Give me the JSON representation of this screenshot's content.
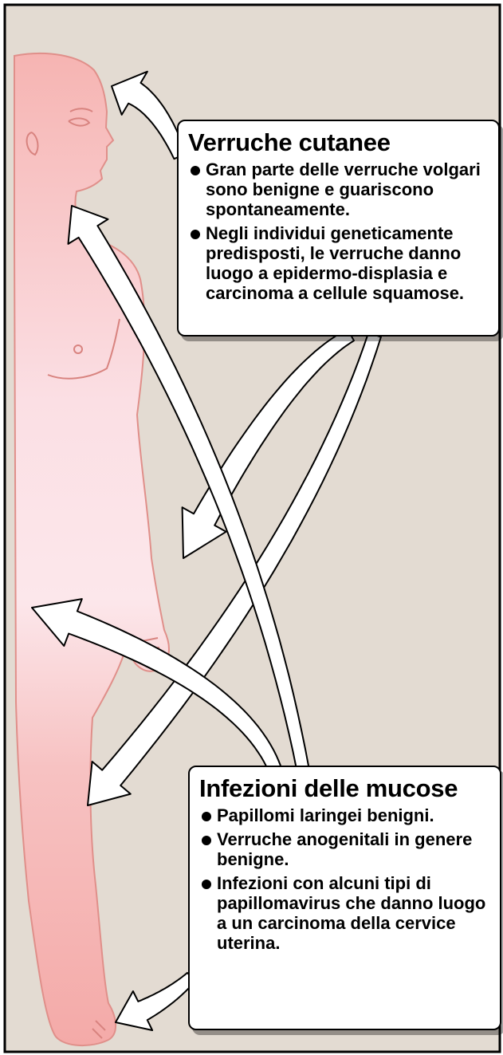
{
  "colors": {
    "background": "#e3dbd2",
    "skin": "#f7b8b4",
    "skin_light": "#fde6ea",
    "outline": "#d88480",
    "frame": "#000000",
    "arrow_fill": "#ffffff"
  },
  "icons": [
    "body-figure",
    "arrow"
  ],
  "callouts": {
    "cutanee": {
      "title": "Verruche cutanee",
      "points": [
        "Gran parte delle verruche volgari sono benigne e guariscono spontaneamente.",
        "Negli individui geneticamente predisposti, le verruche danno luogo a epidermo-displasia e carcinoma a cellule squamose."
      ]
    },
    "mucose": {
      "title": "Infezioni delle mucose",
      "points": [
        "Papillomi laringei benigni.",
        "Verruche anogenitali in genere benigne.",
        "Infezioni con alcuni tipi di papillomavirus che danno luogo a un carcinoma della cervice uterina."
      ]
    }
  }
}
